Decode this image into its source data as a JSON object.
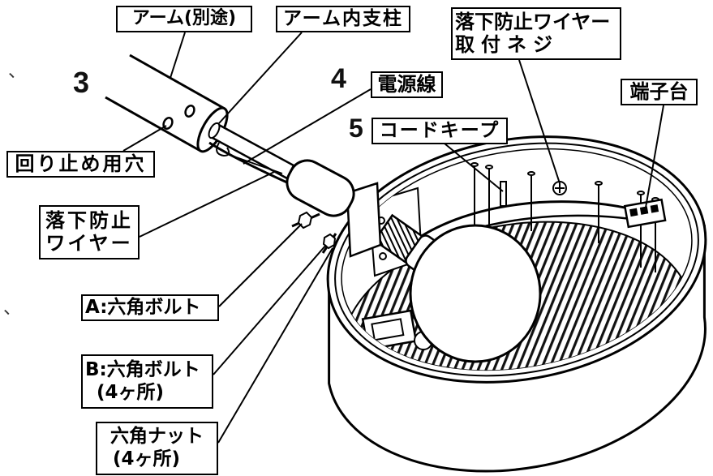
{
  "figure": {
    "labels": {
      "arm": "アーム(別途)",
      "arm_inner_pole": "アーム内支柱",
      "fall_wire_screw_line1": "落下防止ワイヤー",
      "fall_wire_screw_line2": "取付ネジ",
      "power_cord": "電源線",
      "cord_keep": "コードキープ",
      "terminal_block": "端子台",
      "anti_rotation_hole": "回り止め用穴",
      "fall_wire_line1": "落下防止",
      "fall_wire_line2": "ワイヤー",
      "hex_bolt_a": "A:六角ボルト",
      "hex_bolt_b": "B:六角ボルト",
      "hex_bolt_b_qty": "(4ヶ所)",
      "hex_nut": "六角ナット",
      "hex_nut_qty": "(4ヶ所)"
    },
    "step_numbers": [
      "3",
      "4",
      "5"
    ],
    "edge_text_fragments": [
      "、",
      "、"
    ]
  },
  "colors": {
    "line": "#000000",
    "background": "#ffffff",
    "floor_hatch": "#111111"
  }
}
